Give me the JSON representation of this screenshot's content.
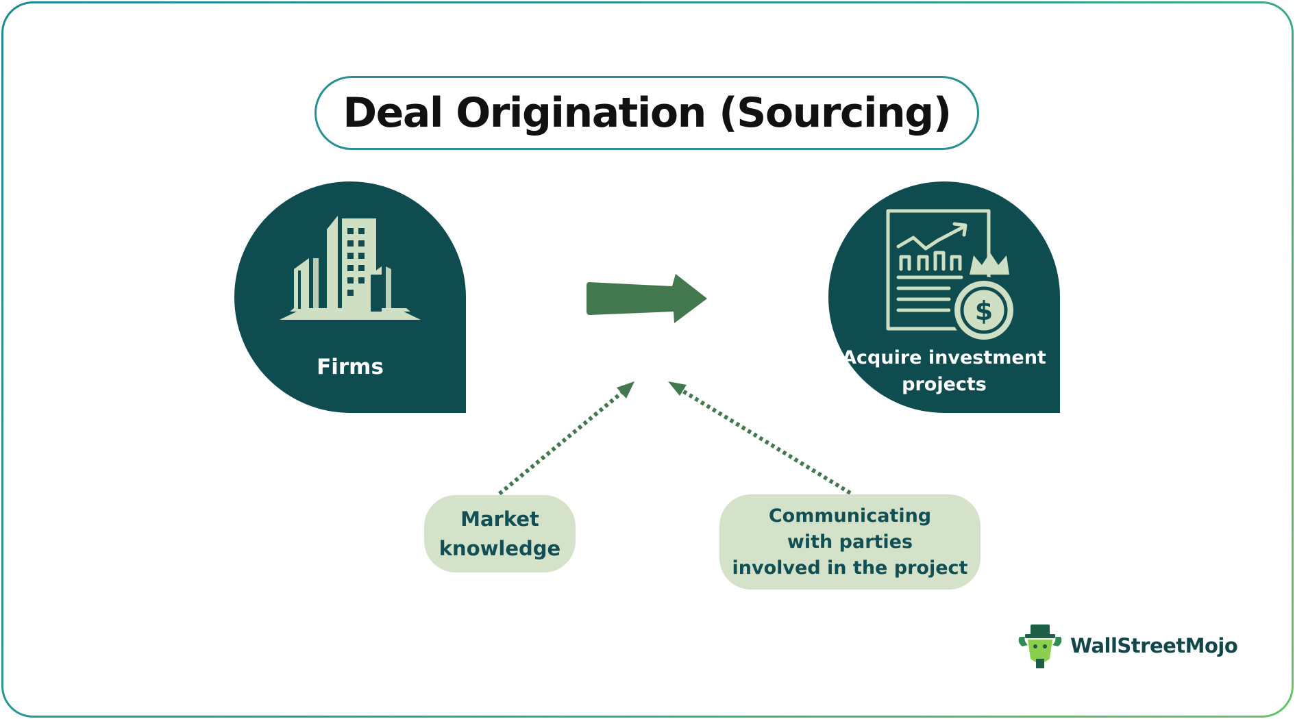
{
  "title": "Deal Origination (Sourcing)",
  "nodes": {
    "firms": {
      "label": "Firms",
      "icon": "buildings-icon"
    },
    "projects": {
      "label_lines": [
        "Acquire investment",
        "projects"
      ],
      "icon": "investment-report-moneybag-icon"
    }
  },
  "factors": {
    "market": {
      "lines": [
        "Market",
        "knowledge"
      ]
    },
    "communication": {
      "lines": [
        "Communicating",
        "with parties",
        "involved in the project"
      ]
    }
  },
  "brand": {
    "name": "WallStreetMojo",
    "icon": "wallstreetmojo-logo-icon"
  },
  "colors": {
    "node_fill": "#0f4c50",
    "icon_fill": "#cfdfc4",
    "factor_fill": "#d3e2c8",
    "factor_text": "#124f55",
    "arrow": "#43784f",
    "border_gradient": [
      "#1c8a93",
      "#63c664"
    ]
  }
}
